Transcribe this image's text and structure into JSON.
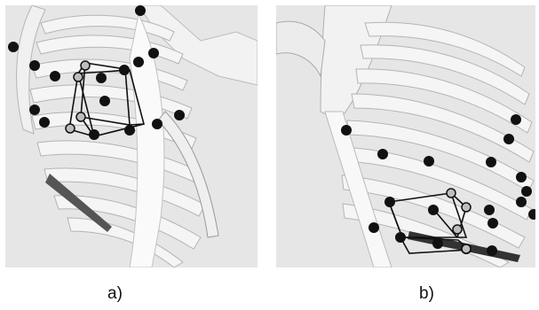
{
  "panels": [
    {
      "id": "a",
      "caption": "a)"
    },
    {
      "id": "b",
      "caption": "b)"
    }
  ],
  "colors": {
    "background": "#e6e6e6",
    "bone": "#f4f4f4",
    "bone_shadow": "#a9a9a9",
    "marker_fill": "#111111",
    "sensor_fill": "#bdbdbd",
    "box_line": "#111111"
  }
}
